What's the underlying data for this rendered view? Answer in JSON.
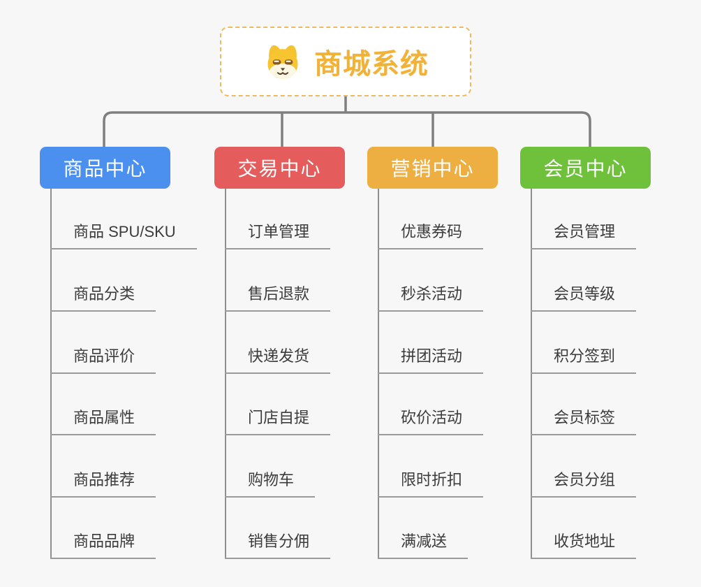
{
  "root": {
    "title": "商城系统",
    "icon": "dog-logo-icon"
  },
  "branches": [
    {
      "label": "商品中心",
      "color": "#4B90EE",
      "items": [
        "商品 SPU/SKU",
        "商品分类",
        "商品评价",
        "商品属性",
        "商品推荐",
        "商品品牌"
      ]
    },
    {
      "label": "交易中心",
      "color": "#E45C5B",
      "items": [
        "订单管理",
        "售后退款",
        "快递发货",
        "门店自提",
        "购物车",
        "销售分佣"
      ]
    },
    {
      "label": "营销中心",
      "color": "#EDAE42",
      "items": [
        "优惠券码",
        "秒杀活动",
        "拼团活动",
        "砍价活动",
        "限时折扣",
        "满减送"
      ]
    },
    {
      "label": "会员中心",
      "color": "#6FC13B",
      "items": [
        "会员管理",
        "会员等级",
        "积分签到",
        "会员标签",
        "会员分组",
        "收货地址"
      ]
    }
  ],
  "colors": {
    "background": "#f7f7f7",
    "root_accent": "#F2B137",
    "root_border": "#f0b95f",
    "connector": "#7f7f7f",
    "underline": "#9a9a9a",
    "item_text": "#3b3b3b"
  }
}
